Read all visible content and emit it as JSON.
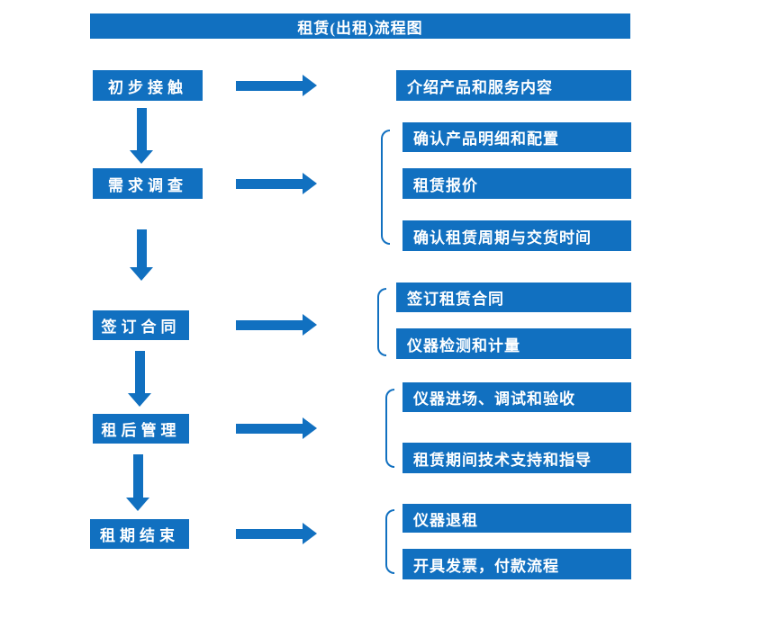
{
  "title": "租赁(出租)流程图",
  "colors": {
    "primary": "#1170C0",
    "text": "#FFFFFF",
    "background": "#FFFFFF"
  },
  "steps": [
    {
      "label": "初步接触"
    },
    {
      "label": "需求调查"
    },
    {
      "label": "签订合同"
    },
    {
      "label": "租后管理"
    },
    {
      "label": "租期结束"
    }
  ],
  "details": [
    {
      "label": "介绍产品和服务内容"
    },
    {
      "label": "确认产品明细和配置"
    },
    {
      "label": "租赁报价"
    },
    {
      "label": "确认租赁周期与交货时间"
    },
    {
      "label": "签订租赁合同"
    },
    {
      "label": "仪器检测和计量"
    },
    {
      "label": "仪器进场、调试和验收"
    },
    {
      "label": "租赁期间技术支持和指导"
    },
    {
      "label": "仪器退租"
    },
    {
      "label": "开具发票，付款流程"
    }
  ]
}
